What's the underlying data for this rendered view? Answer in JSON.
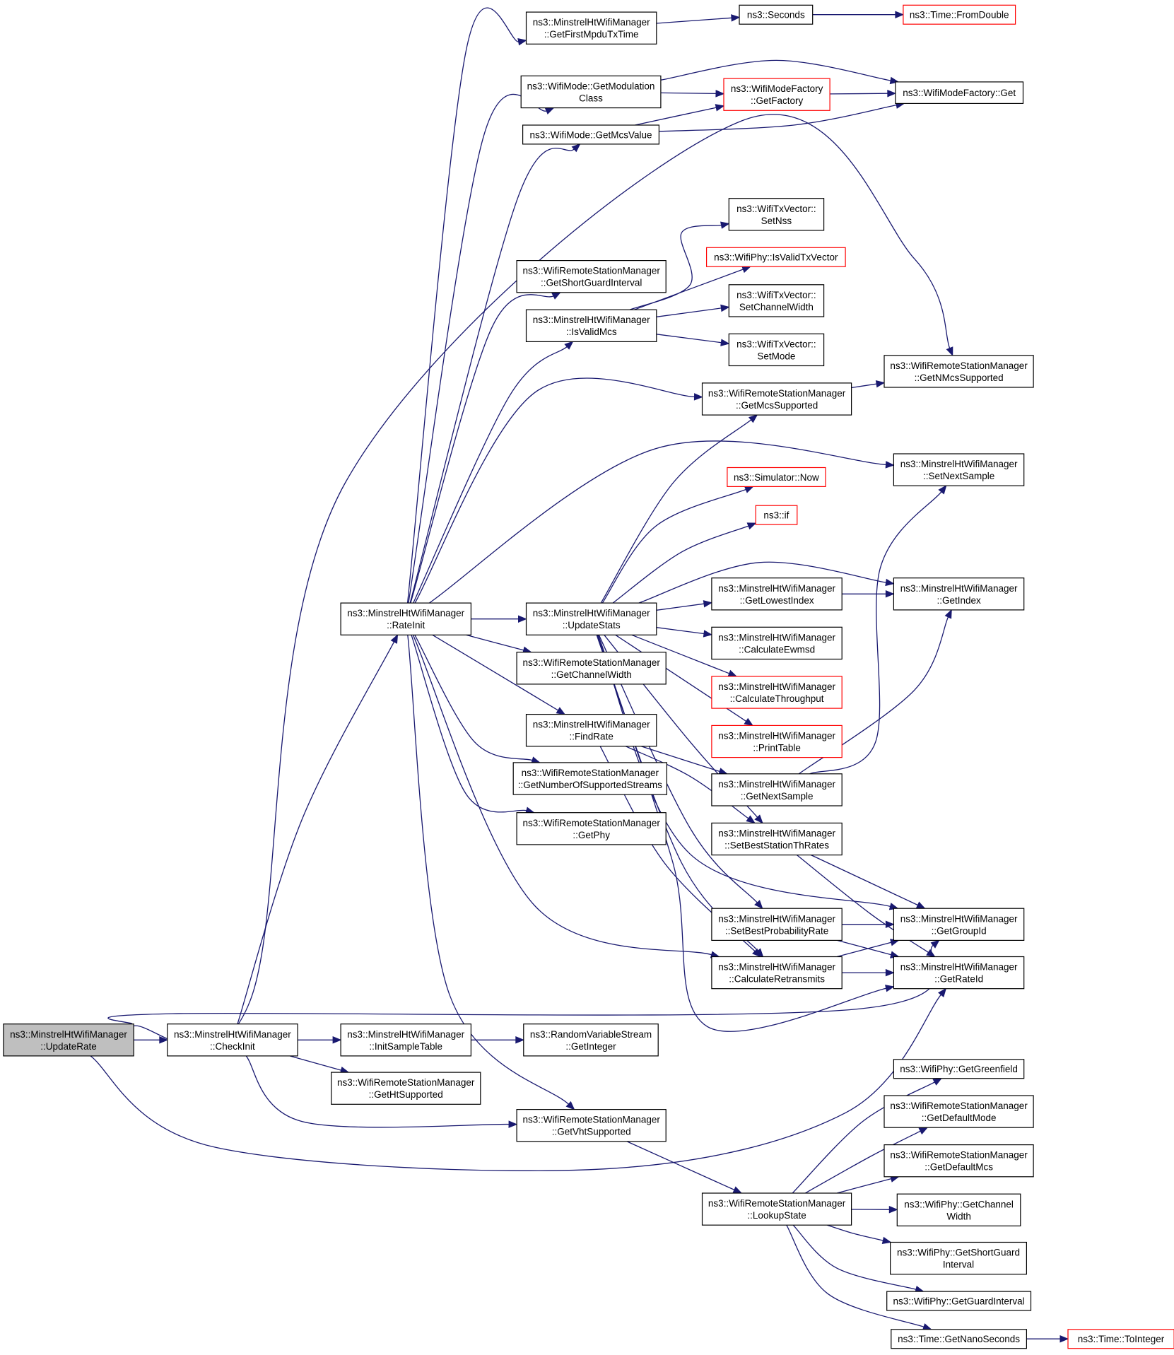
{
  "diagram": {
    "title": "",
    "nodes": [
      {
        "id": "update_rate",
        "lines": [
          "ns3::MinstrelHtWifiManager",
          "::UpdateRate"
        ],
        "style": "root"
      },
      {
        "id": "check_init",
        "lines": [
          "ns3::MinstrelHtWifiManager",
          "::CheckInit"
        ]
      },
      {
        "id": "rate_init",
        "lines": [
          "ns3::MinstrelHtWifiManager",
          "::RateInit"
        ]
      },
      {
        "id": "init_sample_table",
        "lines": [
          "ns3::MinstrelHtWifiManager",
          "::InitSampleTable"
        ]
      },
      {
        "id": "get_integer",
        "lines": [
          "ns3::RandomVariableStream",
          "::GetInteger"
        ]
      },
      {
        "id": "get_ht_supported",
        "lines": [
          "ns3::WifiRemoteStationManager",
          "::GetHtSupported"
        ]
      },
      {
        "id": "get_vht_supported",
        "lines": [
          "ns3::WifiRemoteStationManager",
          "::GetVhtSupported"
        ]
      },
      {
        "id": "lookup_state",
        "lines": [
          "ns3::WifiRemoteStationManager",
          "::LookupState"
        ]
      },
      {
        "id": "get_first_mpdu_tx_time",
        "lines": [
          "ns3::MinstrelHtWifiManager",
          "::GetFirstMpduTxTime"
        ]
      },
      {
        "id": "seconds",
        "lines": [
          "ns3::Seconds"
        ]
      },
      {
        "id": "from_double",
        "lines": [
          "ns3::Time::FromDouble"
        ],
        "style": "trunc"
      },
      {
        "id": "get_modulation_class",
        "lines": [
          "ns3::WifiMode::GetModulation",
          "Class"
        ]
      },
      {
        "id": "get_factory",
        "lines": [
          "ns3::WifiModeFactory",
          "::GetFactory"
        ],
        "style": "trunc"
      },
      {
        "id": "mode_factory_get",
        "lines": [
          "ns3::WifiModeFactory::Get"
        ]
      },
      {
        "id": "get_mcs_value",
        "lines": [
          "ns3::WifiMode::GetMcsValue"
        ]
      },
      {
        "id": "set_nss",
        "lines": [
          "ns3::WifiTxVector::",
          "SetNss"
        ]
      },
      {
        "id": "is_valid_tx_vector",
        "lines": [
          "ns3::WifiPhy::IsValidTxVector"
        ],
        "style": "trunc"
      },
      {
        "id": "get_short_guard_interval",
        "lines": [
          "ns3::WifiRemoteStationManager",
          "::GetShortGuardInterval"
        ]
      },
      {
        "id": "is_valid_mcs",
        "lines": [
          "ns3::MinstrelHtWifiManager",
          "::IsValidMcs"
        ]
      },
      {
        "id": "set_channel_width",
        "lines": [
          "ns3::WifiTxVector::",
          "SetChannelWidth"
        ]
      },
      {
        "id": "set_mode",
        "lines": [
          "ns3::WifiTxVector::",
          "SetMode"
        ]
      },
      {
        "id": "get_n_mcs_supported",
        "lines": [
          "ns3::WifiRemoteStationManager",
          "::GetNMcsSupported"
        ]
      },
      {
        "id": "get_mcs_supported",
        "lines": [
          "ns3::WifiRemoteStationManager",
          "::GetMcsSupported"
        ]
      },
      {
        "id": "set_next_sample",
        "lines": [
          "ns3::MinstrelHtWifiManager",
          "::SetNextSample"
        ]
      },
      {
        "id": "simulator_now",
        "lines": [
          "ns3::Simulator::Now"
        ],
        "style": "trunc"
      },
      {
        "id": "ns3_if",
        "lines": [
          "ns3::if"
        ],
        "style": "trunc"
      },
      {
        "id": "update_stats",
        "lines": [
          "ns3::MinstrelHtWifiManager",
          "::UpdateStats"
        ]
      },
      {
        "id": "get_lowest_index",
        "lines": [
          "ns3::MinstrelHtWifiManager",
          "::GetLowestIndex"
        ]
      },
      {
        "id": "get_index",
        "lines": [
          "ns3::MinstrelHtWifiManager",
          "::GetIndex"
        ]
      },
      {
        "id": "get_channel_width",
        "lines": [
          "ns3::WifiRemoteStationManager",
          "::GetChannelWidth"
        ]
      },
      {
        "id": "calculate_ewmsd",
        "lines": [
          "ns3::MinstrelHtWifiManager",
          "::CalculateEwmsd"
        ]
      },
      {
        "id": "calculate_throughput",
        "lines": [
          "ns3::MinstrelHtWifiManager",
          "::CalculateThroughput"
        ],
        "style": "trunc"
      },
      {
        "id": "find_rate",
        "lines": [
          "ns3::MinstrelHtWifiManager",
          "::FindRate"
        ]
      },
      {
        "id": "print_table",
        "lines": [
          "ns3::MinstrelHtWifiManager",
          "::PrintTable"
        ],
        "style": "trunc"
      },
      {
        "id": "get_number_of_supported_streams",
        "lines": [
          "ns3::WifiRemoteStationManager",
          "::GetNumberOfSupportedStreams"
        ]
      },
      {
        "id": "get_next_sample",
        "lines": [
          "ns3::MinstrelHtWifiManager",
          "::GetNextSample"
        ]
      },
      {
        "id": "get_phy",
        "lines": [
          "ns3::WifiRemoteStationManager",
          "::GetPhy"
        ]
      },
      {
        "id": "set_best_station_th_rates",
        "lines": [
          "ns3::MinstrelHtWifiManager",
          "::SetBestStationThRates"
        ]
      },
      {
        "id": "set_best_probability_rate",
        "lines": [
          "ns3::MinstrelHtWifiManager",
          "::SetBestProbabilityRate"
        ]
      },
      {
        "id": "get_group_id",
        "lines": [
          "ns3::MinstrelHtWifiManager",
          "::GetGroupId"
        ]
      },
      {
        "id": "calculate_retransmits",
        "lines": [
          "ns3::MinstrelHtWifiManager",
          "::CalculateRetransmits"
        ]
      },
      {
        "id": "get_rate_id",
        "lines": [
          "ns3::MinstrelHtWifiManager",
          "::GetRateId"
        ]
      },
      {
        "id": "get_greenfield",
        "lines": [
          "ns3::WifiPhy::GetGreenfield"
        ]
      },
      {
        "id": "get_default_mode",
        "lines": [
          "ns3::WifiRemoteStationManager",
          "::GetDefaultMode"
        ]
      },
      {
        "id": "get_default_mcs",
        "lines": [
          "ns3::WifiRemoteStationManager",
          "::GetDefaultMcs"
        ]
      },
      {
        "id": "phy_get_channel_width",
        "lines": [
          "ns3::WifiPhy::GetChannel",
          "Width"
        ]
      },
      {
        "id": "phy_get_short_guard_interval",
        "lines": [
          "ns3::WifiPhy::GetShortGuard",
          "Interval"
        ]
      },
      {
        "id": "phy_get_guard_interval",
        "lines": [
          "ns3::WifiPhy::GetGuardInterval"
        ]
      },
      {
        "id": "get_nano_seconds",
        "lines": [
          "ns3::Time::GetNanoSeconds"
        ]
      },
      {
        "id": "to_integer",
        "lines": [
          "ns3::Time::ToInteger"
        ],
        "style": "trunc"
      }
    ],
    "edges": [
      [
        "update_rate",
        "check_init"
      ],
      [
        "update_rate",
        "get_group_id"
      ],
      [
        "update_rate",
        "get_rate_id"
      ],
      [
        "update_rate",
        "get_n_mcs_supported"
      ],
      [
        "check_init",
        "rate_init"
      ],
      [
        "check_init",
        "init_sample_table"
      ],
      [
        "check_init",
        "get_ht_supported"
      ],
      [
        "check_init",
        "get_vht_supported"
      ],
      [
        "init_sample_table",
        "get_integer"
      ],
      [
        "get_vht_supported",
        "lookup_state"
      ],
      [
        "rate_init",
        "get_first_mpdu_tx_time"
      ],
      [
        "rate_init",
        "get_modulation_class"
      ],
      [
        "rate_init",
        "get_mcs_value"
      ],
      [
        "rate_init",
        "get_short_guard_interval"
      ],
      [
        "rate_init",
        "is_valid_mcs"
      ],
      [
        "rate_init",
        "get_mcs_supported"
      ],
      [
        "rate_init",
        "set_next_sample"
      ],
      [
        "rate_init",
        "update_stats"
      ],
      [
        "rate_init",
        "get_channel_width"
      ],
      [
        "rate_init",
        "find_rate"
      ],
      [
        "rate_init",
        "get_number_of_supported_streams"
      ],
      [
        "rate_init",
        "get_phy"
      ],
      [
        "rate_init",
        "calculate_retransmits"
      ],
      [
        "rate_init",
        "get_vht_supported"
      ],
      [
        "get_first_mpdu_tx_time",
        "seconds"
      ],
      [
        "seconds",
        "from_double"
      ],
      [
        "get_modulation_class",
        "get_factory"
      ],
      [
        "get_modulation_class",
        "mode_factory_get"
      ],
      [
        "get_mcs_value",
        "get_factory"
      ],
      [
        "get_mcs_value",
        "mode_factory_get"
      ],
      [
        "get_factory",
        "mode_factory_get"
      ],
      [
        "is_valid_mcs",
        "set_nss"
      ],
      [
        "is_valid_mcs",
        "is_valid_tx_vector"
      ],
      [
        "is_valid_mcs",
        "set_channel_width"
      ],
      [
        "is_valid_mcs",
        "set_mode"
      ],
      [
        "get_mcs_supported",
        "get_n_mcs_supported"
      ],
      [
        "update_stats",
        "get_mcs_supported"
      ],
      [
        "update_stats",
        "simulator_now"
      ],
      [
        "update_stats",
        "ns3_if"
      ],
      [
        "update_stats",
        "get_index"
      ],
      [
        "update_stats",
        "get_lowest_index"
      ],
      [
        "update_stats",
        "calculate_ewmsd"
      ],
      [
        "update_stats",
        "calculate_throughput"
      ],
      [
        "update_stats",
        "print_table"
      ],
      [
        "update_stats",
        "set_best_station_th_rates"
      ],
      [
        "update_stats",
        "set_best_probability_rate"
      ],
      [
        "update_stats",
        "calculate_retransmits"
      ],
      [
        "update_stats",
        "get_group_id"
      ],
      [
        "update_stats",
        "get_rate_id"
      ],
      [
        "get_lowest_index",
        "get_index"
      ],
      [
        "find_rate",
        "get_next_sample"
      ],
      [
        "find_rate",
        "set_best_station_th_rates"
      ],
      [
        "find_rate",
        "calculate_retransmits"
      ],
      [
        "get_next_sample",
        "set_next_sample"
      ],
      [
        "get_next_sample",
        "get_index"
      ],
      [
        "set_best_station_th_rates",
        "get_group_id"
      ],
      [
        "set_best_station_th_rates",
        "get_rate_id"
      ],
      [
        "set_best_probability_rate",
        "get_group_id"
      ],
      [
        "set_best_probability_rate",
        "get_rate_id"
      ],
      [
        "calculate_retransmits",
        "get_group_id"
      ],
      [
        "calculate_retransmits",
        "get_rate_id"
      ],
      [
        "lookup_state",
        "get_greenfield"
      ],
      [
        "lookup_state",
        "get_default_mode"
      ],
      [
        "lookup_state",
        "get_default_mcs"
      ],
      [
        "lookup_state",
        "phy_get_channel_width"
      ],
      [
        "lookup_state",
        "phy_get_short_guard_interval"
      ],
      [
        "lookup_state",
        "phy_get_guard_interval"
      ],
      [
        "lookup_state",
        "get_nano_seconds"
      ],
      [
        "get_nano_seconds",
        "to_integer"
      ]
    ]
  },
  "colors": {
    "edge": "#191970",
    "node_border": "#000000",
    "truncated_border": "#ff0000",
    "root_fill": "#bfbfbf",
    "background": "#ffffff"
  }
}
